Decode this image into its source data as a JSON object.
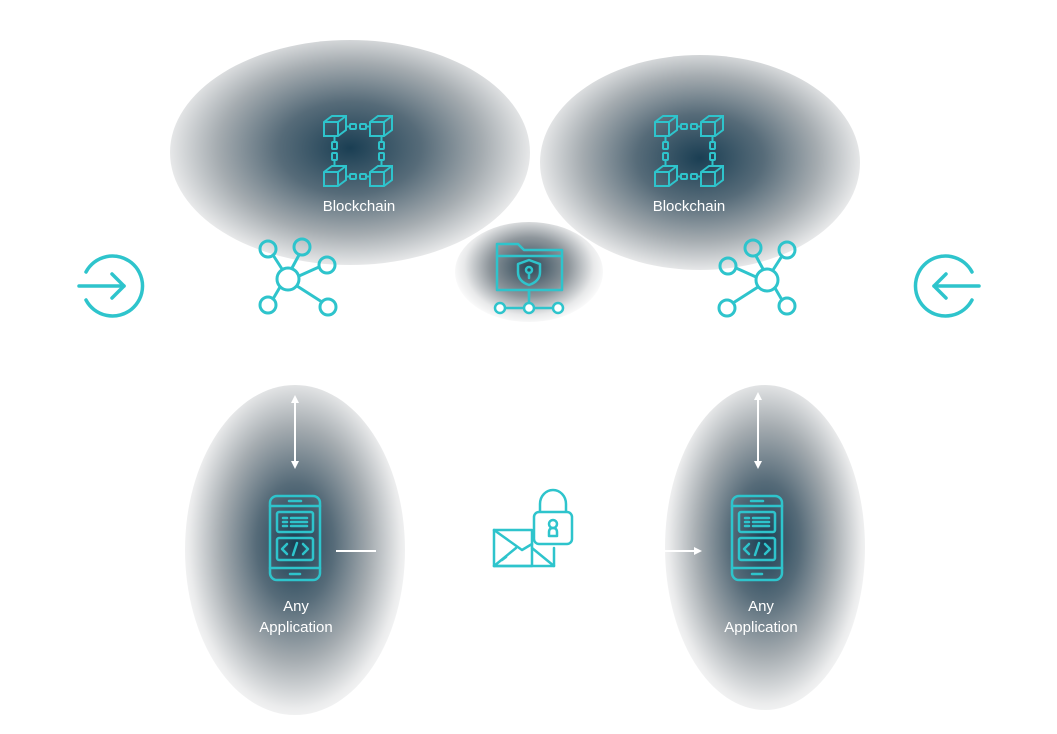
{
  "colors": {
    "accent": "#2ec4cc",
    "label": "#ffffff",
    "shadow": "#0e344a",
    "connector": "#ffffff"
  },
  "blockchains": [
    {
      "label": "Blockchain",
      "icon": "blockchain-icon"
    },
    {
      "label": "Blockchain",
      "icon": "blockchain-icon"
    }
  ],
  "applications": [
    {
      "label_line1": "Any",
      "label_line2": "Application",
      "icon": "smartphone-code-icon"
    },
    {
      "label_line1": "Any",
      "label_line2": "Application",
      "icon": "smartphone-code-icon"
    }
  ],
  "icons": {
    "entry_left": "login-arrow-icon",
    "entry_right": "login-arrow-left-icon",
    "network_left": "network-hub-icon",
    "network_right": "network-hub-icon",
    "center_top": "secure-folder-network-icon",
    "center_bottom": "locked-email-icon"
  }
}
